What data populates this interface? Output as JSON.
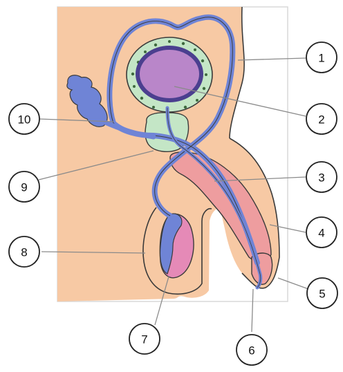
{
  "diagram": {
    "colors": {
      "background_panel": "#f7c9a4",
      "duct": "#6f84d6",
      "bladder_wall": "#c4e6c6",
      "bladder_inner": "#b986c9",
      "gland": "#c4e6c6",
      "erectile_tissue": "#ee9d9f",
      "testis": "#e58ab7",
      "outline": "#3a3a3a"
    },
    "labels": [
      "1",
      "2",
      "3",
      "4",
      "5",
      "6",
      "7",
      "8",
      "9",
      "10"
    ]
  }
}
